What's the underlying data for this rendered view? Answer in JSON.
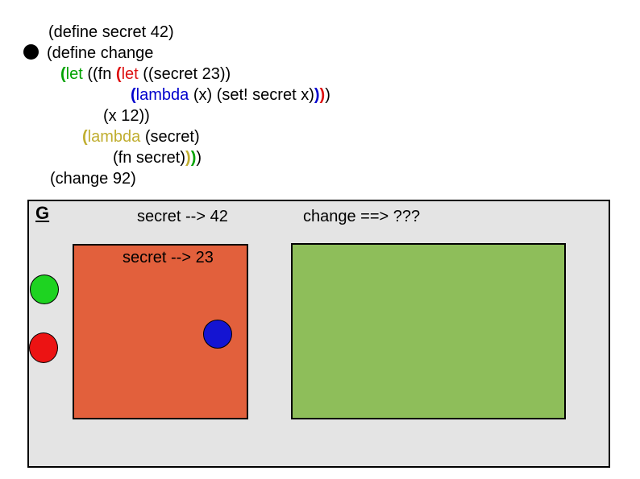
{
  "code": {
    "token_colors": {
      "black": "#000000",
      "green": "#00a300",
      "red": "#dd1111",
      "blue": "#0000cd",
      "yellow": "#c0ae30"
    },
    "bullet_icon": "filled-circle",
    "bullet_color": "#000000",
    "lines": [
      {
        "name": "define-secret",
        "indent": 60,
        "bullet": false,
        "tokens": [
          {
            "t": "(define secret 42)",
            "c": "black",
            "b": false
          }
        ]
      },
      {
        "name": "define-change",
        "indent": 58,
        "bullet": true,
        "tokens": [
          {
            "t": "(define change",
            "c": "black",
            "b": false
          }
        ]
      },
      {
        "name": "outer-let",
        "indent": 75,
        "bullet": false,
        "tokens": [
          {
            "t": "(",
            "c": "green",
            "b": true
          },
          {
            "t": "let",
            "c": "green",
            "b": false
          },
          {
            "t": " ((fn ",
            "c": "black",
            "b": false
          },
          {
            "t": "(",
            "c": "red",
            "b": true
          },
          {
            "t": "let",
            "c": "red",
            "b": false
          },
          {
            "t": " ((secret 23))",
            "c": "black",
            "b": false
          }
        ]
      },
      {
        "name": "inner-lambda",
        "indent": 162,
        "bullet": false,
        "tokens": [
          {
            "t": "(",
            "c": "blue",
            "b": true
          },
          {
            "t": "lambda",
            "c": "blue",
            "b": false
          },
          {
            "t": " (x) (set! secret x)",
            "c": "black",
            "b": false
          },
          {
            "t": ")",
            "c": "blue",
            "b": true
          },
          {
            "t": ")",
            "c": "red",
            "b": true
          },
          {
            "t": ")",
            "c": "black",
            "b": false
          }
        ]
      },
      {
        "name": "x-binding",
        "indent": 128,
        "bullet": false,
        "tokens": [
          {
            "t": "(x 12))",
            "c": "black",
            "b": false
          }
        ]
      },
      {
        "name": "outer-lambda",
        "indent": 102,
        "bullet": false,
        "tokens": [
          {
            "t": "(",
            "c": "yellow",
            "b": true
          },
          {
            "t": "lambda",
            "c": "yellow",
            "b": false
          },
          {
            "t": " (secret)",
            "c": "black",
            "b": false
          }
        ]
      },
      {
        "name": "fn-call",
        "indent": 140,
        "bullet": false,
        "tokens": [
          {
            "t": "(fn secret)",
            "c": "black",
            "b": false
          },
          {
            "t": ")",
            "c": "yellow",
            "b": true
          },
          {
            "t": ")",
            "c": "green",
            "b": true
          },
          {
            "t": ")",
            "c": "black",
            "b": false
          }
        ]
      },
      {
        "name": "change-call",
        "indent": 62,
        "bullet": false,
        "tokens": [
          {
            "t": "(change 92)",
            "c": "black",
            "b": false
          }
        ]
      }
    ]
  },
  "diagram": {
    "global_label": "G",
    "global_binding_secret": "secret --> 42",
    "global_binding_change": "change ==> ???",
    "let_binding_secret": "secret --> 23",
    "colors": {
      "global_frame_bg": "#e4e4e4",
      "let_frame_bg": "#e2603c",
      "green_frame_bg": "#8ebe5a",
      "green_dot": "#1ed321",
      "red_dot": "#ec1313",
      "blue_dot": "#1414d2"
    }
  }
}
